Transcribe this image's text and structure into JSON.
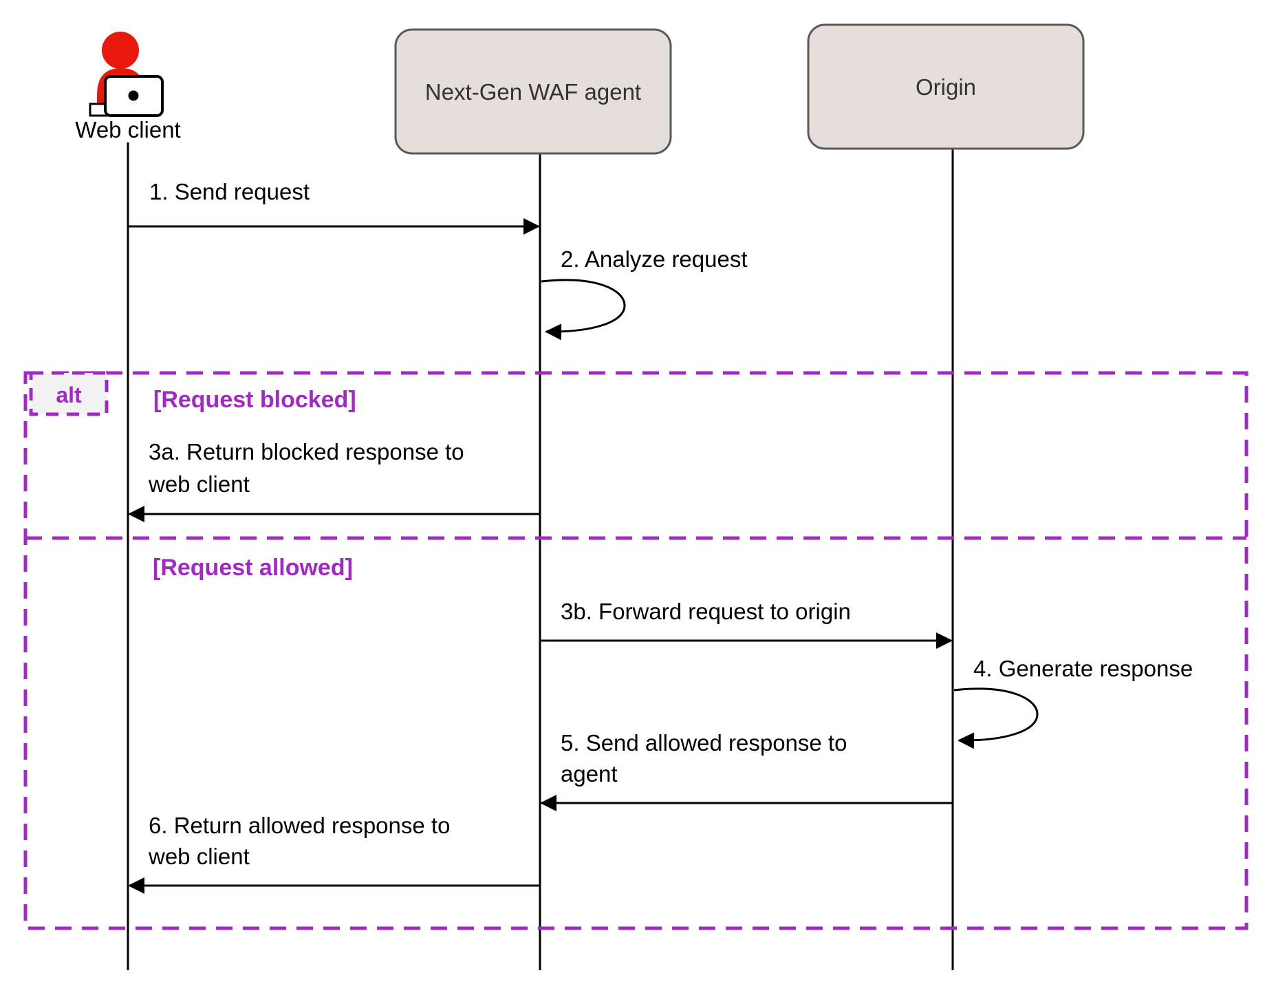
{
  "colors": {
    "purple": "#A229C4",
    "red": "#E8180D",
    "box_fill": "#E5DEDA",
    "box_border": "#595959",
    "box_text": "#333333",
    "alt_label_fill": "#F2F2F2",
    "line_color": "#000000"
  },
  "participants": {
    "web_client": {
      "label": "Web client",
      "type": "actor"
    },
    "waf_agent": {
      "label": "Next-Gen WAF agent",
      "type": "box"
    },
    "origin": {
      "label": "Origin",
      "type": "box"
    }
  },
  "alt_frame": {
    "operator_label": "alt",
    "guard_blocked": "[Request blocked]",
    "guard_allowed": "[Request allowed]"
  },
  "messages": {
    "m1": {
      "label": "1. Send request",
      "from": "Web client",
      "to": "Next-Gen WAF agent"
    },
    "m2": {
      "label": "2. Analyze request",
      "from": "Next-Gen WAF agent",
      "to": "Next-Gen WAF agent"
    },
    "m3a": {
      "line1": "3a. Return blocked response to",
      "line2": "web client",
      "from": "Next-Gen WAF agent",
      "to": "Web client"
    },
    "m3b": {
      "label": "3b. Forward request to origin",
      "from": "Next-Gen WAF agent",
      "to": "Origin"
    },
    "m4": {
      "label": "4. Generate response",
      "from": "Origin",
      "to": "Origin"
    },
    "m5": {
      "line1": "5. Send allowed response to",
      "line2": "agent",
      "from": "Origin",
      "to": "Next-Gen WAF agent"
    },
    "m6": {
      "line1": "6. Return allowed response to",
      "line2": "web client",
      "from": "Next-Gen WAF agent",
      "to": "Web client"
    }
  }
}
